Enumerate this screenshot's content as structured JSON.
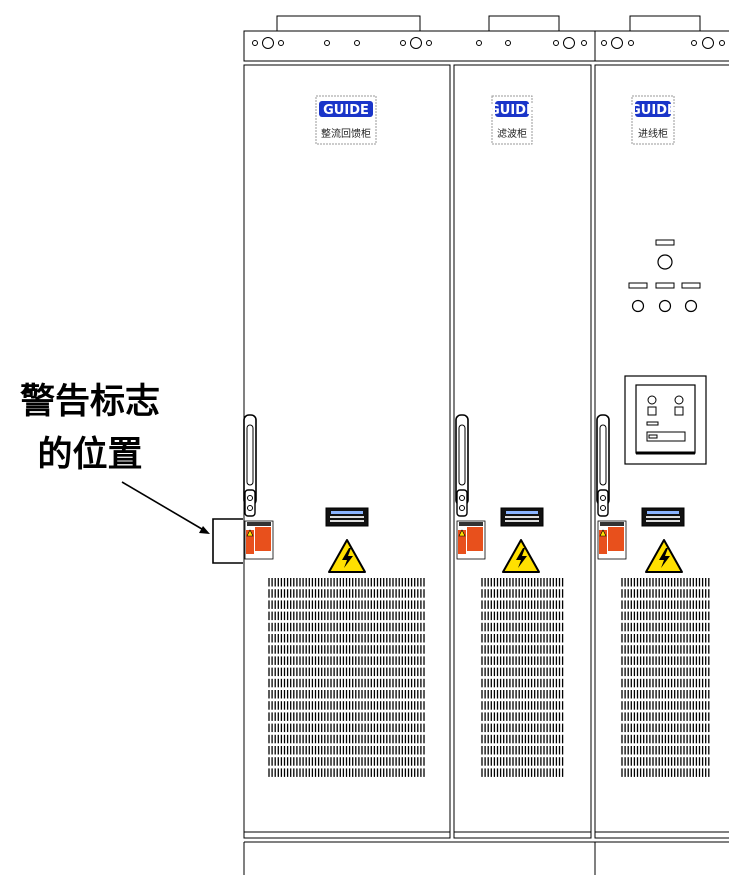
{
  "callout": {
    "line1": "警告标志",
    "line2": "的位置"
  },
  "brand": "GUIDE",
  "cabinets": [
    {
      "id": "rectifier",
      "name": "整流回馈柜"
    },
    {
      "id": "filter",
      "name": "滤波柜"
    },
    {
      "id": "incoming",
      "name": "进线柜"
    }
  ],
  "colors": {
    "line": "#000000",
    "brand_blue": "#1a35c9",
    "warning_orange": "#e8501c",
    "hazard_yellow": "#ffe000"
  }
}
